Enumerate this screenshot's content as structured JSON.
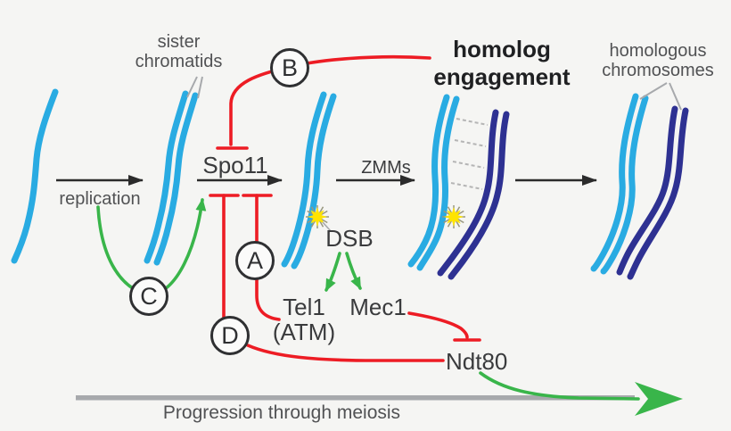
{
  "colors": {
    "chromatid_cyan": "#29abe2",
    "homolog_navy": "#2e3192",
    "inhibit_red": "#ed1c24",
    "promote_green": "#39b54a",
    "dsb_yellow": "#ffe400",
    "timeline_gray": "#a7a9ac",
    "arrow_black": "#2b2b2b"
  },
  "annotations": {
    "sister_chromatids": "sister chromatids",
    "homolog_engagement": "homolog engagement",
    "homologous_chromosomes": "homologous chromosomes",
    "dsb_site": "DSB"
  },
  "steps": {
    "replication": "replication",
    "spo11": "Spo11",
    "zmms": "ZMMs"
  },
  "proteins": {
    "tel1": "Tel1",
    "tel1_alias": "(ATM)",
    "mec1": "Mec1",
    "ndt80": "Ndt80"
  },
  "feedback_nodes": {
    "a": "A",
    "b": "B",
    "c": "C",
    "d": "D"
  },
  "timeline": {
    "label": "Progression through meiosis"
  }
}
